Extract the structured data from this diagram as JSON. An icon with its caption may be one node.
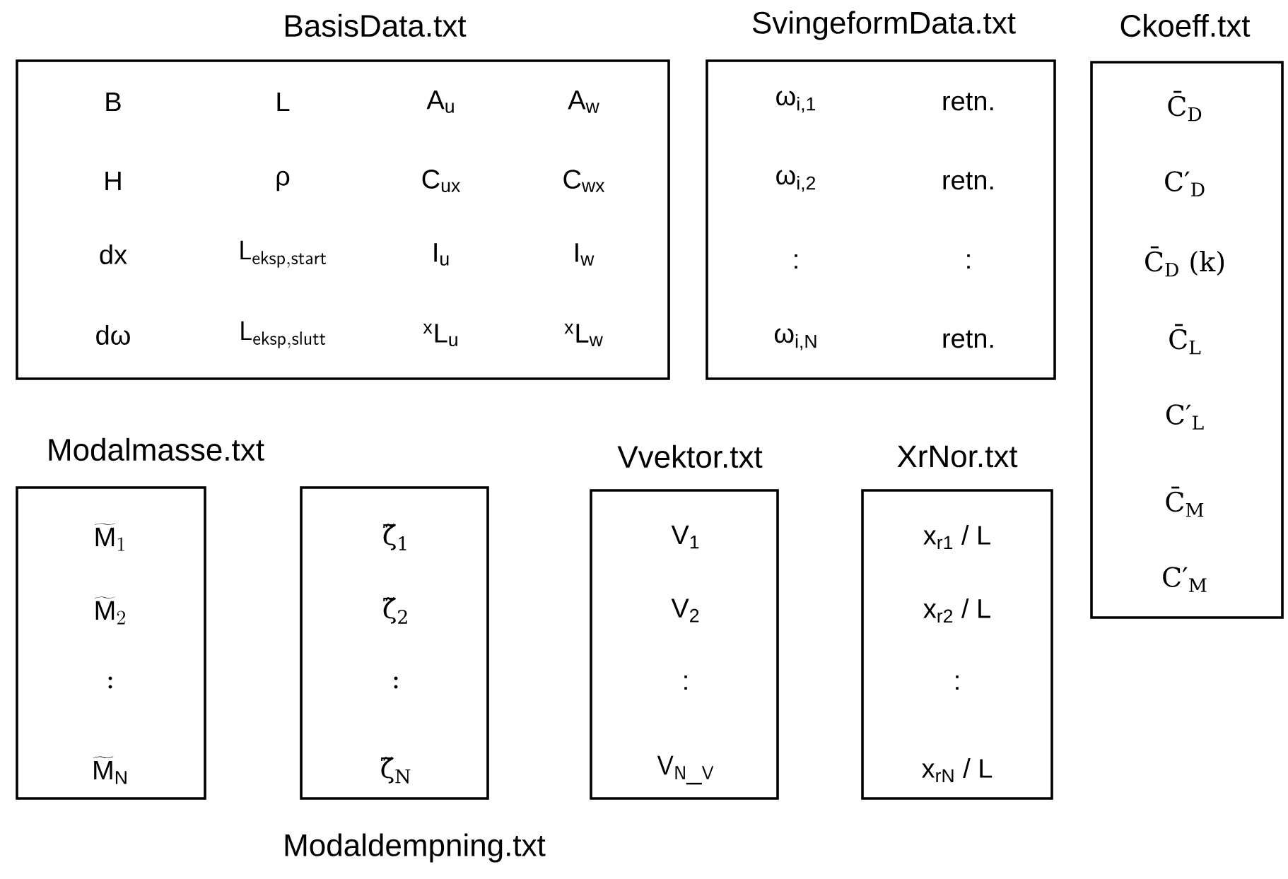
{
  "diagram": {
    "nodes": [
      {
        "text": [
          "BasisData.txt",
          "B",
          "L",
          "A$_{u}$",
          "A$_{w}$",
          "H",
          "ρ",
          "C$_{ux}$",
          "C$_{wx}$",
          "dx",
          "\\mathsf{L}_{\\mathsf{eksp,start}}",
          "I$_{u}$",
          "I$_{w}$",
          "dω",
          "\\mathsf{L}_{\\mathsf{eksp,slutt}}",
          "$^{x}$L$_{u}$",
          "$^{x}$L$_{w}$"
        ]
      },
      {
        "text": [
          "SvingeformData.txt",
          "ω$_{i,1}$",
          "retn.",
          "ω$_{i,2}$",
          "retn.",
          ":",
          ":",
          "ω$_{i,N}$",
          "retn."
        ]
      },
      {
        "text": [
          "Ckoeff.txt",
          "C̄$_{D}$",
          "C′$_{D}$",
          "C̄$_{D}$ (k)",
          "C̄$_{L}$",
          "C′$_{L}$",
          "C̄$_{M}$",
          "C′$_{M}$"
        ]
      },
      {
        "text": [
          "Modalmasse.txt",
          "\\widetilde{\\mathrm{M}}_{1}",
          "\\widetilde{\\mathrm{M}}_{2}",
          ":",
          "\\widetilde{\\mathrm{M}}_{\\mathrm{N}}"
        ]
      },
      {
        "text": [
          "Modaldempning.txt",
          "ζ̃$_{1}$",
          "ζ̃$_{2}$",
          ":",
          "ζ̃$_{N}$"
        ]
      },
      {
        "text": [
          "Vvektor.txt",
          "V$_{1}$",
          "V$_{2}$",
          ":",
          "\\mathsf{V}_{\\mathsf{N\\_V}}"
        ]
      },
      {
        "text": [
          "XrNor.txt",
          "x$_{r1}$ / L",
          "x$_{r2}$ / L",
          ":",
          "x$_{rN}$ / L"
        ]
      }
    ]
  }
}
